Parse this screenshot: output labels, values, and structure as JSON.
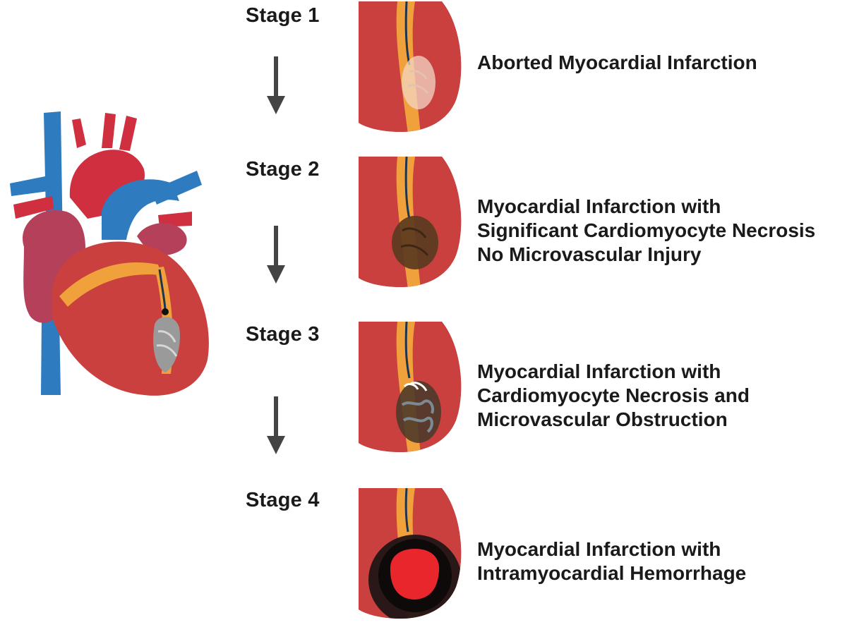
{
  "stages": [
    {
      "label": "Stage 1",
      "lines": [
        "Aborted Myocardial Infarction"
      ],
      "icon": "aborted-infarct-icon"
    },
    {
      "label": "Stage 2",
      "lines": [
        "Myocardial Infarction with",
        "Significant Cardiomyocyte Necrosis",
        "No Microvascular Injury"
      ],
      "icon": "necrosis-icon"
    },
    {
      "label": "Stage 3",
      "lines": [
        "Myocardial Infarction with",
        "Cardiomyocyte Necrosis and",
        "Microvascular Obstruction"
      ],
      "icon": "microvascular-obstruction-icon"
    },
    {
      "label": "Stage 4",
      "lines": [
        "Myocardial Infarction with",
        "Intramyocardial Hemorrhage"
      ],
      "icon": "hemorrhage-icon"
    }
  ],
  "colors": {
    "myocardium": "#c9403f",
    "myocardium_dark": "#9e2a2d",
    "fat": "#f1a13b",
    "artery": "#cf2f3f",
    "vein": "#2f7bbf",
    "arrow": "#444444",
    "text": "#1a1a1a"
  }
}
